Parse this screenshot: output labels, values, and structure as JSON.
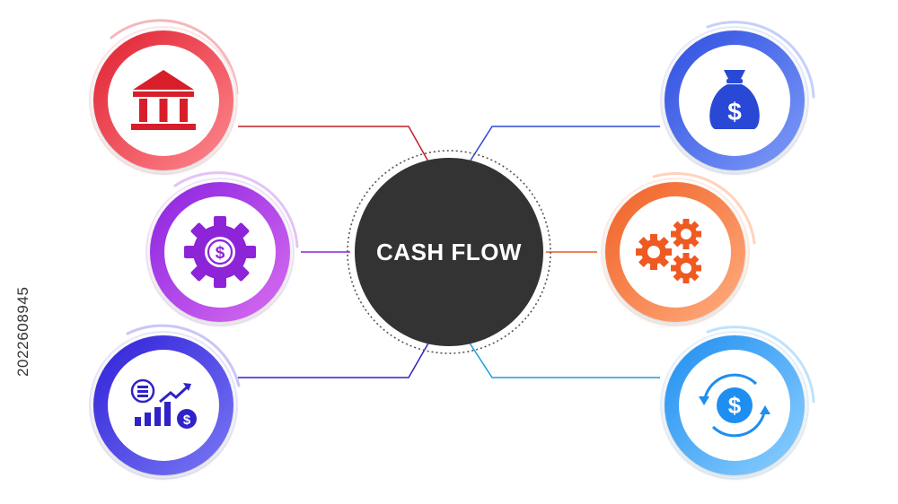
{
  "center": {
    "label": "CASH FLOW",
    "fill": "#333333",
    "ring_color": "#555555"
  },
  "side_id": "2022608945",
  "nodes": [
    {
      "id": "bank",
      "icon": "bank-icon",
      "side": "left",
      "gradient": [
        "#e02030",
        "#ff8a90"
      ],
      "icon_color": "#d81e2a",
      "connector_color": "#c0202c"
    },
    {
      "id": "gear-dollar",
      "icon": "gear-dollar-icon",
      "side": "left",
      "gradient": [
        "#8a22e0",
        "#d96ef0"
      ],
      "icon_color": "#8e24d8",
      "connector_color": "#8e24d8"
    },
    {
      "id": "growth-chart",
      "icon": "growth-chart-dollar-icon",
      "side": "left",
      "gradient": [
        "#3020d8",
        "#7a7af5"
      ],
      "icon_color": "#2f22c8",
      "connector_color": "#2f22c8"
    },
    {
      "id": "money-bag",
      "icon": "money-bag-icon",
      "side": "right",
      "gradient": [
        "#2e4ee0",
        "#7f9cf8"
      ],
      "icon_color": "#2a48d6",
      "connector_color": "#2a48d6"
    },
    {
      "id": "gears",
      "icon": "gears-icon",
      "side": "right",
      "gradient": [
        "#f06025",
        "#ffae80"
      ],
      "icon_color": "#ee5a22",
      "connector_color": "#ee5a22"
    },
    {
      "id": "dollar-cycle",
      "icon": "dollar-cycle-icon",
      "side": "right",
      "gradient": [
        "#1e8ef0",
        "#8fd0ff"
      ],
      "icon_color": "#1e8ef0",
      "connector_color": "#1e9adf"
    }
  ]
}
